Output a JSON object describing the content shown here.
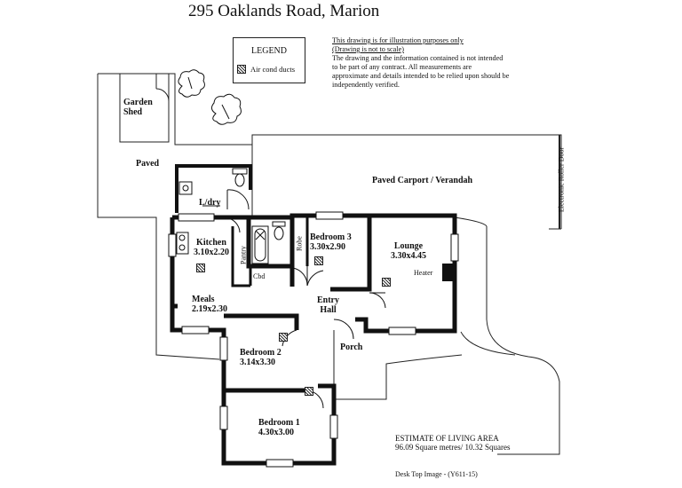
{
  "title": "295 Oaklands Road,  Marion",
  "legend": {
    "heading": "LEGEND",
    "item_label": "Air cond ducts"
  },
  "disclaimer": {
    "line1": "This drawing is for illustration purposes only",
    "line2": "(Drawing is not to scale)",
    "body": "The drawing and the information contained is not intended to be part of any contract.  All measurements are approximate and details intended to be relied upon should be independently verified."
  },
  "rooms": {
    "garden_shed": {
      "line1": "Garden",
      "line2": "Shed"
    },
    "paved": "Paved",
    "carport": "Paved Carport / Verandah",
    "roller_door": "Electronic Roller Door",
    "ldry": "L/dry",
    "kitchen": {
      "name": "Kitchen",
      "size": "3.10x2.20"
    },
    "pantry": "Pantry",
    "cbd": "Cbd",
    "robe": "Robe",
    "bedroom3": {
      "name": "Bedroom 3",
      "size": "3.30x2.90"
    },
    "lounge": {
      "name": "Lounge",
      "size": "3.30x4.45"
    },
    "heater": "Heater",
    "meals": {
      "name": "Meals",
      "size": "2.19x2.30"
    },
    "entry": {
      "line1": "Entry",
      "line2": "Hall"
    },
    "porch": "Porch",
    "bedroom2": {
      "name": "Bedroom 2",
      "size": "3.14x3.30"
    },
    "bedroom1": {
      "name": "Bedroom 1",
      "size": "4.30x3.00"
    }
  },
  "estimate": {
    "heading": "ESTIMATE OF LIVING AREA",
    "value": "96.09 Square metres/  10.32 Squares"
  },
  "footer": "Desk Top Image -  (Y611-15)"
}
